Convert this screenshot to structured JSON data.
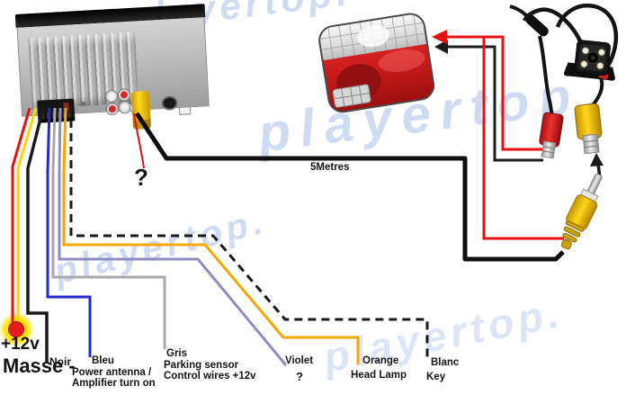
{
  "watermark": {
    "text": "playertop."
  },
  "colors": {
    "red": "#e81111",
    "yellow": "#ffd400",
    "black": "#1a1a1a",
    "blue": "#2429c9",
    "gray": "#a9a9a9",
    "violet": "#8d8dbe",
    "orange": "#f5a700",
    "cable": "#0f0f0f",
    "trigger_red": "#dd1010",
    "arrow_red": "#e81111",
    "arrow_black": "#1c1c1c"
  },
  "labels": {
    "cable_length": "5Metres",
    "head_unit_rca_question": "?",
    "power": "+12v",
    "ground": "Masse -"
  },
  "wire_labels": {
    "noir": {
      "name": "Noir"
    },
    "bleu": {
      "name": "Bleu",
      "line1": "Power antenna /",
      "line2": "Amplifier turn on"
    },
    "gris": {
      "name": "Gris",
      "line1": "Parking sensor",
      "line2": "Control wires +12v"
    },
    "violet": {
      "name": "Violet",
      "line1": "?"
    },
    "orange": {
      "name": "Orange",
      "line1": "Head Lamp"
    },
    "blanc": {
      "name": "Blanc",
      "line1": "Key"
    }
  }
}
